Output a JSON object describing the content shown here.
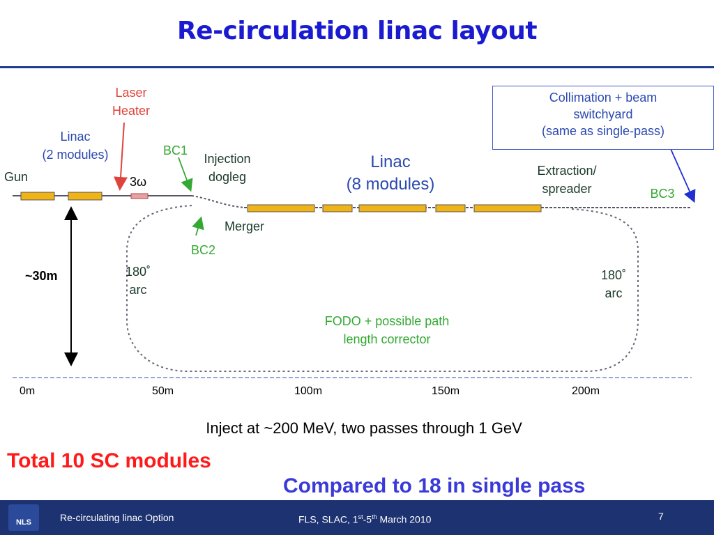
{
  "title": "Re-circulation linac layout",
  "labels": {
    "laser_heater": [
      "Laser",
      "Heater"
    ],
    "linac_2": [
      "Linac",
      "(2 modules)"
    ],
    "gun": "Gun",
    "three_omega": "3ω",
    "bc1": "BC1",
    "injection_dogleg": [
      "Injection",
      "dogleg"
    ],
    "linac_8": [
      "Linac",
      "(8 modules)"
    ],
    "collimation_box": [
      "Collimation + beam",
      "switchyard",
      "(same as single-pass)"
    ],
    "extraction_spreader": [
      "Extraction/",
      "spreader"
    ],
    "bc3": "BC3",
    "merger": "Merger",
    "bc2": "BC2",
    "arc_left": [
      "180˚",
      "arc"
    ],
    "arc_right": [
      "180˚",
      "arc"
    ],
    "height": "~30m",
    "fodo": [
      "FODO + possible path",
      "length corrector"
    ]
  },
  "axis_ticks": [
    "0m",
    "50m",
    "100m",
    "150m",
    "200m"
  ],
  "caption": "Inject at ~200 MeV, two passes through 1 GeV",
  "total": "Total  10 SC modules",
  "compared": "Compared to 18 in single pass",
  "footer": {
    "logo": "NLS",
    "left": "Re-circulating linac Option",
    "center_prefix": "FLS, SLAC, 1",
    "center_sup1": "st",
    "center_mid": "-5",
    "center_sup2": "th",
    "center_suffix": " March 2010",
    "page": "7"
  },
  "colors": {
    "title": "#1a1ad0",
    "module_fill": "#f0b418",
    "arrow_red": "#e0423c",
    "arrow_green": "#33a833",
    "arrow_blue": "#2030d0",
    "footer_bg": "#1d3270"
  }
}
